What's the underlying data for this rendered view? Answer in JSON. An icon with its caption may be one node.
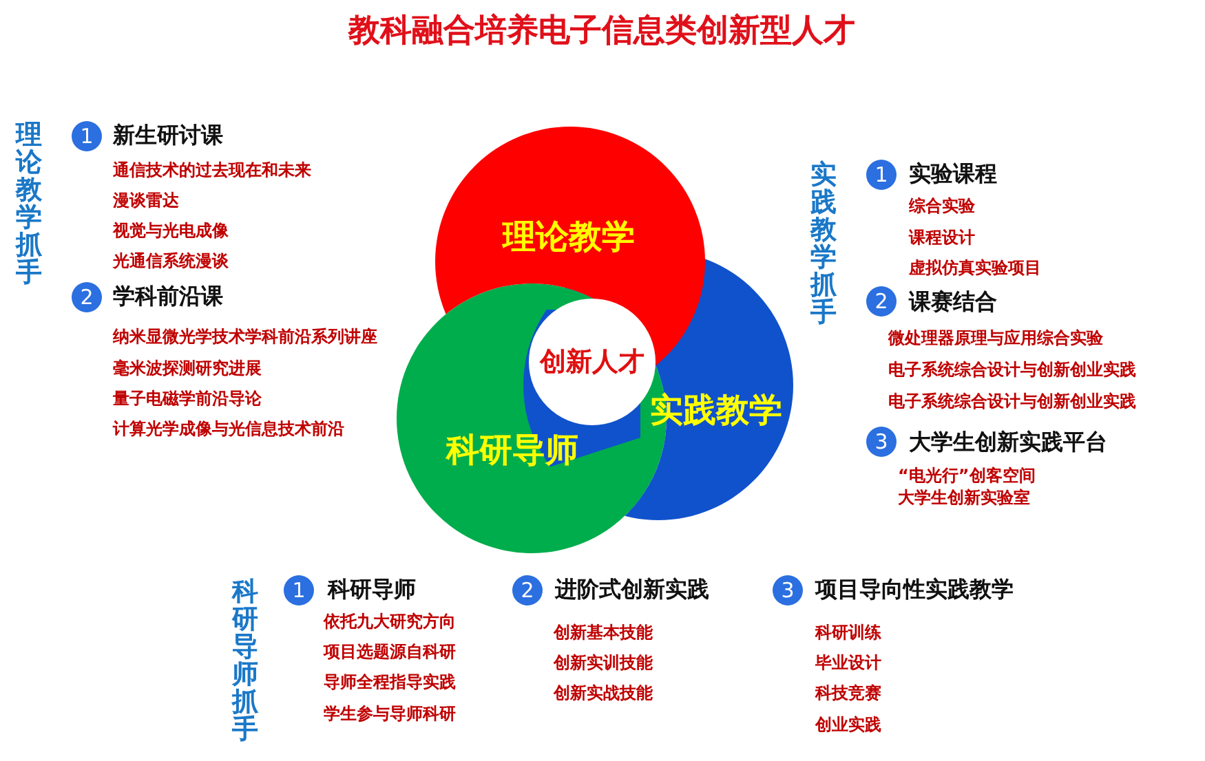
{
  "diagram": {
    "title": "教科融合培养电子信息类创新型人才",
    "nodes": [
      {
        "text": [
          "理论教学"
        ]
      },
      {
        "text": [
          "实践教学"
        ]
      },
      {
        "text": [
          "科研导师"
        ]
      },
      {
        "text": [
          "创新人才"
        ]
      }
    ],
    "labels": [
      "理论教学抓手",
      "1",
      "新生研讨课",
      "通信技术的过去现在和未来",
      "漫谈雷达",
      "视觉与光电成像",
      "光通信系统漫谈",
      "2",
      "学科前沿课",
      "纳米显微光学技术学科前沿系列讲座",
      "毫米波探测研究进展",
      "量子电磁学前沿导论",
      "计算光学成像与光信息技术前沿",
      "实践教学抓手",
      "1",
      "实验课程",
      "综合实验",
      "课程设计",
      "虚拟仿真实验项目",
      "2",
      "课赛结合",
      "微处理器原理与应用综合实验",
      "电子系统综合设计与创新创业实践",
      "电子系统综合设计与创新创业实践",
      "3",
      "大学生创新实践平台",
      "“电光行”创客空间",
      "大学生创新实验室",
      "科研导师抓手",
      "1",
      "科研导师",
      "依托九大研究方向",
      "项目选题源自科研",
      "导师全程指导实践",
      "学生参与导师科研",
      "2",
      "进阶式创新实践",
      "创新基本技能",
      "创新实训技能",
      "创新实战技能",
      "3",
      "项目导向性实践教学",
      "科研训练",
      "毕业设计",
      "科技竞赛",
      "创业实践"
    ]
  }
}
